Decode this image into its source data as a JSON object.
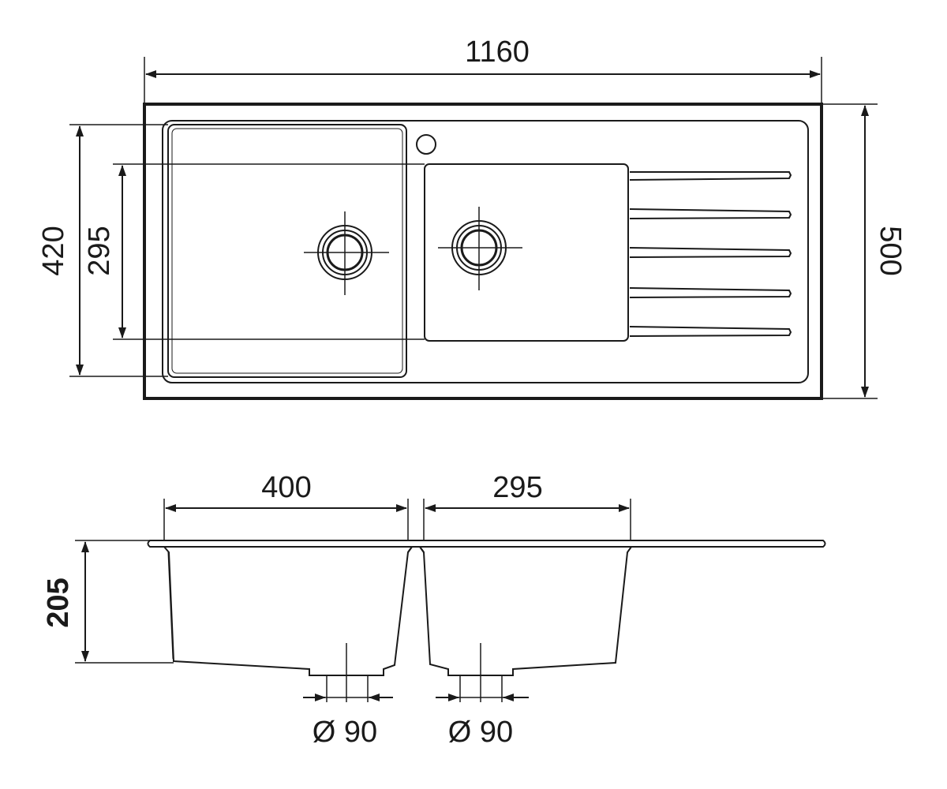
{
  "top_view": {
    "overall_width": "1160",
    "overall_depth": "500",
    "bowl_outer_depth": "420",
    "bowl_inner_depth": "295"
  },
  "section_view": {
    "main_bowl_width": "400",
    "second_bowl_width": "295",
    "bowl_height": "205",
    "drain_left_label": "Ø 90",
    "drain_right_label": "Ø 90"
  },
  "colors": {
    "line": "#1a1a1a",
    "background": "#ffffff"
  }
}
